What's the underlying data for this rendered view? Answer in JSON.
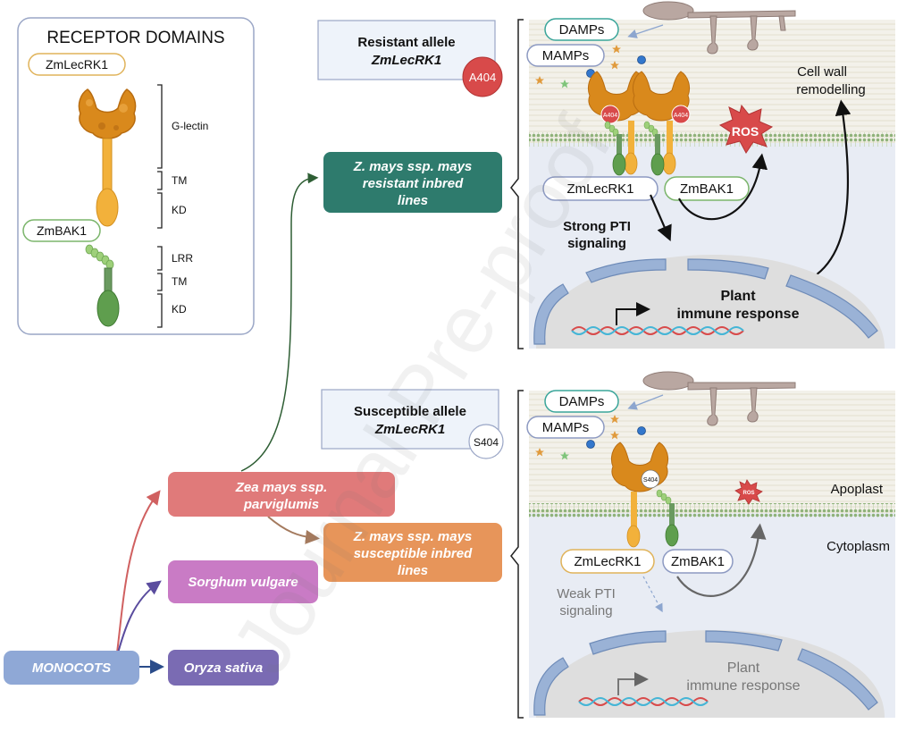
{
  "watermark": "Journal Pre-proof",
  "domains_panel": {
    "title": "RECEPTOR DOMAINS",
    "lecrk_label": "ZmLecRK1",
    "bak_label": "ZmBAK1",
    "lecrk_domains": [
      "G-lectin",
      "TM",
      "KD"
    ],
    "bak_domains": [
      "LRR",
      "TM",
      "KD"
    ]
  },
  "phylogeny": {
    "monocots": "MONOCOTS",
    "oryza": "Oryza sativa",
    "sorghum": "Sorghum vulgare",
    "parviglumis": [
      "Zea mays ssp.",
      "parviglumis"
    ],
    "resistant_lines": [
      "Z. mays ssp. mays",
      "resistant inbred",
      "lines"
    ],
    "susceptible_lines": [
      "Z. mays ssp. mays",
      "susceptible inbred",
      "lines"
    ]
  },
  "resistant": {
    "allele_title": "Resistant allele",
    "allele_gene": "ZmLecRK1",
    "allele_badge": "A404",
    "damps": "DAMPs",
    "mamps": "MAMPs",
    "receptor_badge": "A404",
    "ros": "ROS",
    "lecrk_label": "ZmLecRK1",
    "bak_label": "ZmBAK1",
    "signaling": [
      "Strong PTI",
      "signaling"
    ],
    "cell_wall": [
      "Cell wall",
      "remodelling"
    ],
    "response": [
      "Plant",
      "immune  response"
    ]
  },
  "susceptible": {
    "allele_title": "Susceptible allele",
    "allele_gene": "ZmLecRK1",
    "allele_badge": "S404",
    "damps": "DAMPs",
    "mamps": "MAMPs",
    "receptor_badge": "S404",
    "ros": "ROS",
    "apoplast": "Apoplast",
    "cytoplasm": "Cytoplasm",
    "lecrk_label": "ZmLecRK1",
    "bak_label": "ZmBAK1",
    "signaling": [
      "Weak PTI",
      "signaling"
    ],
    "response": [
      "Plant",
      "immune response"
    ]
  },
  "colors": {
    "lectin": "#d9891c",
    "kinase": "#f2b13b",
    "bak": "#5f9e4e",
    "resistant_box": "#2e7b6d",
    "susceptible_box": "#e7955a",
    "parviglumis_box": "#e07a7a",
    "sorghum_box": "#c97bc5",
    "oryza_box": "#7a6bb3",
    "monocots_box": "#8fa8d6",
    "ros": "#d84a4a",
    "badge_red": "#d84a4a"
  }
}
